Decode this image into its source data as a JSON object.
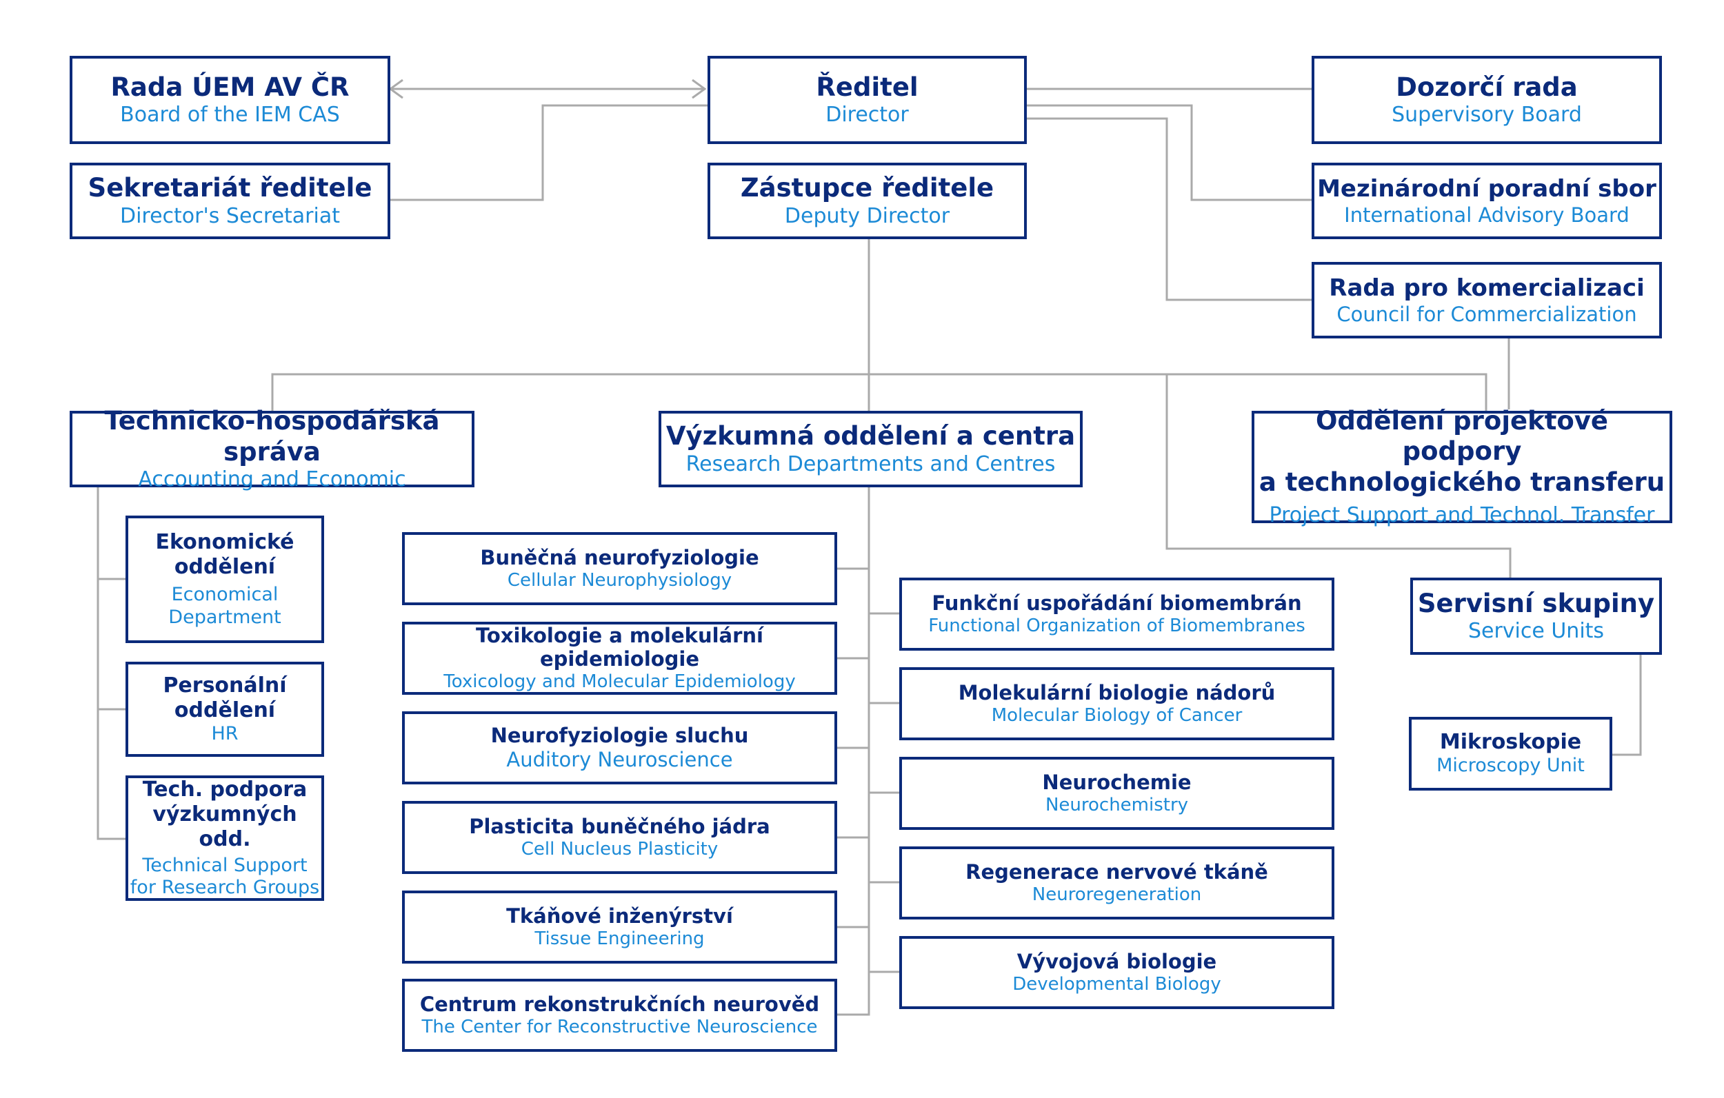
{
  "colors": {
    "primary": "#0b2a7a",
    "secondary": "#1c8ad6",
    "connector": "#aaaaaa"
  },
  "board": {
    "title": "Rada ÚEM AV ČR",
    "subtitle": "Board of the IEM CAS"
  },
  "secretariat": {
    "title": "Sekretariát ředitele",
    "subtitle": "Director's Secretariat"
  },
  "director": {
    "title": "Ředitel",
    "subtitle": "Director"
  },
  "deputy": {
    "title": "Zástupce ředitele",
    "subtitle": "Deputy Director"
  },
  "supervisory": {
    "title": "Dozorčí rada",
    "subtitle": "Supervisory Board"
  },
  "advisory": {
    "title": "Mezinárodní poradní sbor",
    "subtitle": "International Advisory Board"
  },
  "commercial": {
    "title": "Rada pro komercializaci",
    "subtitle": "Council for Commercialization"
  },
  "admin": {
    "title": "Technicko-hospodářská správa",
    "subtitle": "Accounting and Economic"
  },
  "research": {
    "title": "Výzkumná oddělení a centra",
    "subtitle": "Research Departments and Centres"
  },
  "transfer": {
    "title_line1": "Oddělení projektové podpory",
    "title_line2": "a technologického transferu",
    "subtitle": "Project Support and Technol. Transfer"
  },
  "service": {
    "title": "Servisní skupiny",
    "subtitle": "Service Units"
  },
  "microscopy": {
    "title": "Mikroskopie",
    "subtitle": "Microscopy Unit"
  },
  "admin_units": [
    {
      "title_line1": "Ekonomické",
      "title_line2": "oddělení",
      "subtitle_line1": "Economical",
      "subtitle_line2": "Department"
    },
    {
      "title_line1": "Personální",
      "title_line2": "oddělení",
      "subtitle_line1": "HR",
      "subtitle_line2": ""
    },
    {
      "title_line1": "Tech. podpora",
      "title_line2": "výzkumných odd.",
      "subtitle_line1": "Technical Support",
      "subtitle_line2": "for Research Groups"
    }
  ],
  "research_left": [
    {
      "title": "Buněčná neurofyziologie",
      "subtitle": "Cellular Neurophysiology"
    },
    {
      "title": "Toxikologie a molekulární epidemiologie",
      "subtitle": "Toxicology and Molecular Epidemiology"
    },
    {
      "title": "Neurofyziologie sluchu",
      "subtitle": "Auditory Neuroscience"
    },
    {
      "title": "Plasticita buněčného jádra",
      "subtitle": "Cell Nucleus Plasticity"
    },
    {
      "title": "Tkáňové inženýrství",
      "subtitle": "Tissue Engineering"
    },
    {
      "title": "Centrum rekonstrukčních neurověd",
      "subtitle": "The Center for Reconstructive Neuroscience"
    }
  ],
  "research_right": [
    {
      "title": "Funkční uspořádání biomembrán",
      "subtitle": "Functional Organization of Biomembranes"
    },
    {
      "title": "Molekulární biologie nádorů",
      "subtitle": "Molecular Biology of Cancer"
    },
    {
      "title": "Neurochemie",
      "subtitle": "Neurochemistry"
    },
    {
      "title": "Regenerace nervové tkáně",
      "subtitle": "Neuroregeneration"
    },
    {
      "title": "Vývojová biologie",
      "subtitle": "Developmental Biology"
    }
  ]
}
